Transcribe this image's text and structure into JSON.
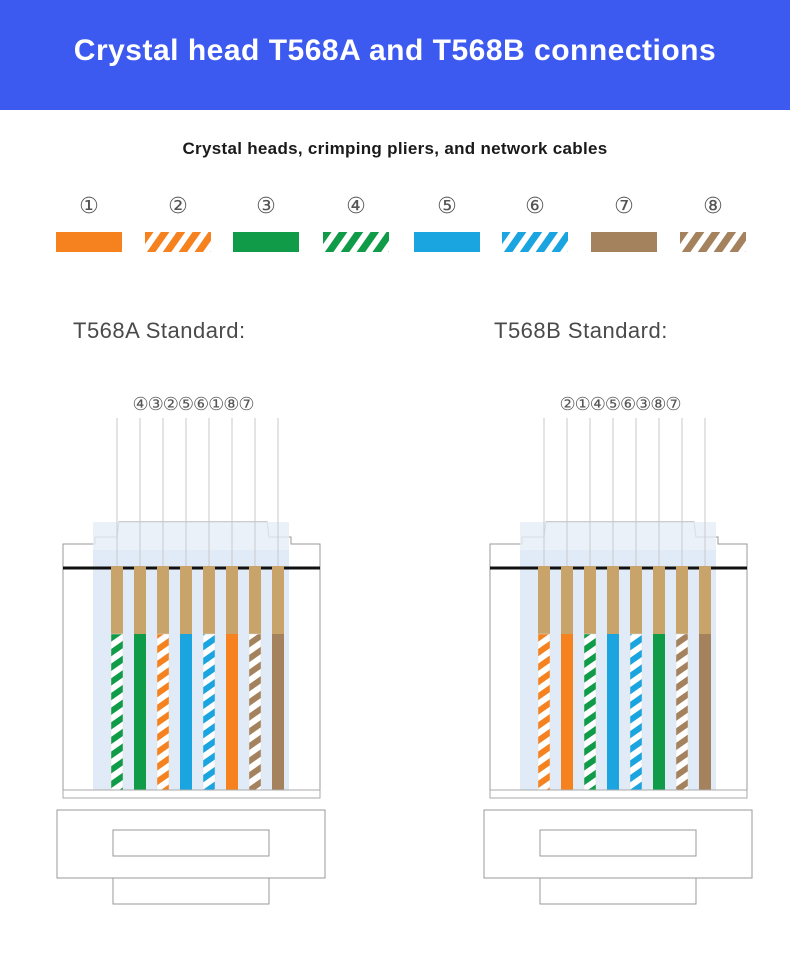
{
  "header": {
    "title": "Crystal head T568A and T568B connections"
  },
  "subtitle": "Crystal heads, crimping pliers, and network cables",
  "colors": {
    "orange": "#f5821f",
    "green": "#0f9b48",
    "blue": "#1aa4e0",
    "brown": "#a4825e",
    "header_bg": "#3d5af0"
  },
  "color_code": [
    {
      "num": "①",
      "color": "orange",
      "striped": false
    },
    {
      "num": "②",
      "color": "orange",
      "striped": true
    },
    {
      "num": "③",
      "color": "green",
      "striped": false
    },
    {
      "num": "④",
      "color": "green",
      "striped": true
    },
    {
      "num": "⑤",
      "color": "blue",
      "striped": false
    },
    {
      "num": "⑥",
      "color": "blue",
      "striped": true
    },
    {
      "num": "⑦",
      "color": "brown",
      "striped": false
    },
    {
      "num": "⑧",
      "color": "brown",
      "striped": true
    }
  ],
  "standards": [
    {
      "id": "a",
      "label": "T568A Standard:",
      "pins": "④③②⑤⑥①⑧⑦",
      "order": [
        4,
        3,
        2,
        5,
        6,
        1,
        8,
        7
      ]
    },
    {
      "id": "b",
      "label": "T568B Standard:",
      "pins": "②①④⑤⑥③⑧⑦",
      "order": [
        2,
        1,
        4,
        5,
        6,
        3,
        8,
        7
      ]
    }
  ]
}
